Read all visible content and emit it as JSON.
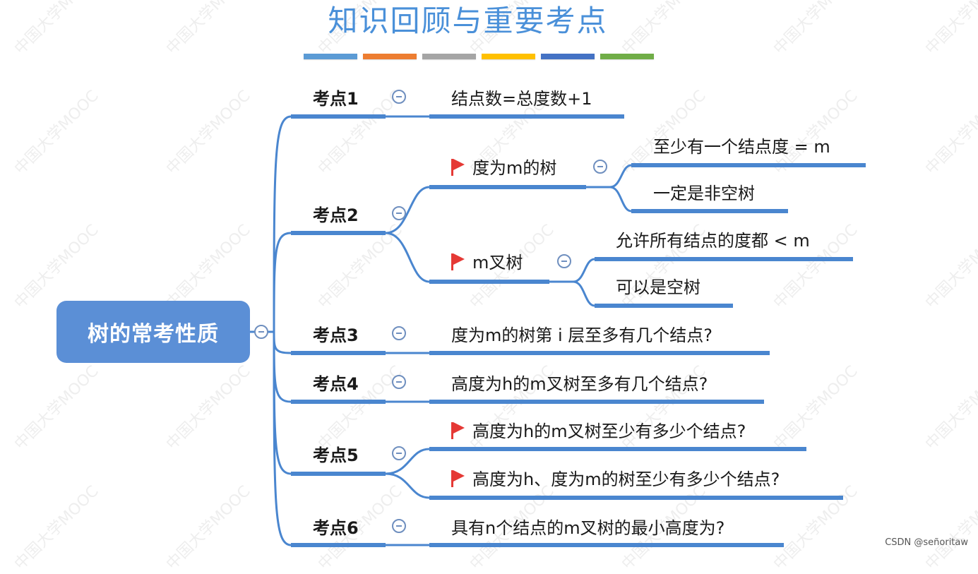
{
  "title": "知识回顾与重要考点",
  "stripes": [
    "#5b9bd5",
    "#ed7d31",
    "#a5a5a5",
    "#ffc000",
    "#4472c4",
    "#70ad47"
  ],
  "watermark_text": "中国大学MOOC",
  "root": {
    "label": "树的常考性质"
  },
  "branches": [
    {
      "label": "考点1",
      "children": [
        {
          "label": "结点数=总度数+1",
          "flag": false
        }
      ]
    },
    {
      "label": "考点2",
      "children": [
        {
          "label": "度为m的树",
          "flag": true,
          "children": [
            {
              "label": "至少有一个结点度 = m"
            },
            {
              "label": "一定是非空树"
            }
          ]
        },
        {
          "label": "m叉树",
          "flag": true,
          "children": [
            {
              "label": "允许所有结点的度都 < m"
            },
            {
              "label": "可以是空树"
            }
          ]
        }
      ]
    },
    {
      "label": "考点3",
      "children": [
        {
          "label": "度为m的树第 i 层至多有几个结点?",
          "flag": false
        }
      ]
    },
    {
      "label": "考点4",
      "children": [
        {
          "label": "高度为h的m叉树至多有几个结点?",
          "flag": false
        }
      ]
    },
    {
      "label": "考点5",
      "children": [
        {
          "label": "高度为h的m叉树至少有多少个结点?",
          "flag": true
        },
        {
          "label": "高度为h、度为m的树至少有多少个结点?",
          "flag": true
        }
      ]
    },
    {
      "label": "考点6",
      "children": [
        {
          "label": "具有n个结点的m叉树的最小高度为?",
          "flag": false
        }
      ]
    }
  ],
  "credit": "CSDN @señoritaw",
  "line_color": "#4a86cf"
}
